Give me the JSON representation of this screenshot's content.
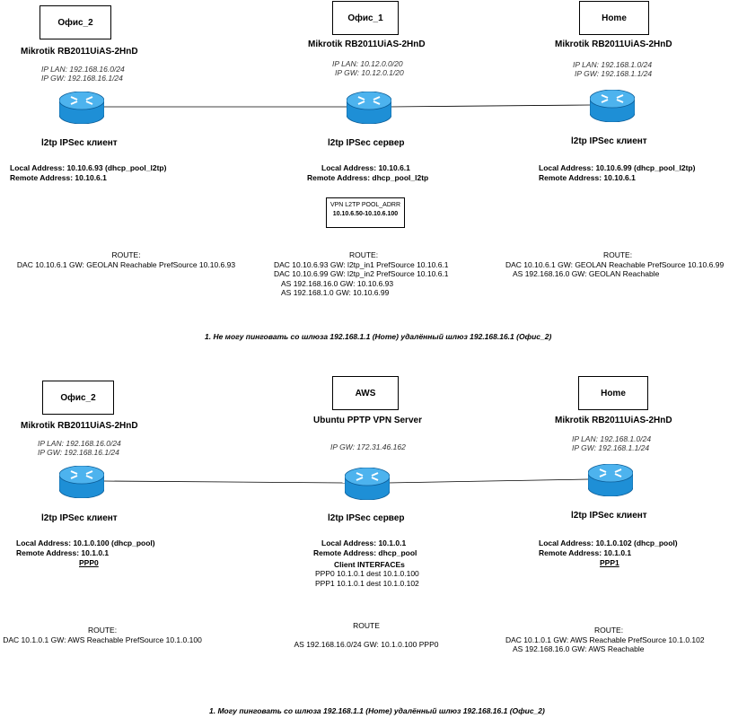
{
  "diagram1": {
    "nodes": {
      "left": {
        "box": "Офис_2",
        "model": "Mikrotik RB2011UiAS-2HnD",
        "ip_lan": "IP LAN: 192.168.16.0/24",
        "ip_gw": "IP GW: 192.168.16.1/24",
        "role": "l2tp IPSec клиент",
        "local": "Local Address: 10.10.6.93 (dhcp_pool_l2tp)",
        "remote": "Remote Address: 10.10.6.1"
      },
      "center": {
        "box": "Офис_1",
        "model": "Mikrotik RB2011UiAS-2HnD",
        "ip_lan": "IP LAN: 10.12.0.0/20",
        "ip_gw": "IP GW: 10.12.0.1/20",
        "role": "l2tp IPSec сервер",
        "local": "Local Address: 10.10.6.1",
        "remote": "Remote Address: dhcp_pool_l2tp"
      },
      "right": {
        "box": "Home",
        "model": "Mikrotik RB2011UiAS-2HnD",
        "ip_lan": "IP LAN: 192.168.1.0/24",
        "ip_gw": "IP GW: 192.168.1.1/24",
        "role": "l2tp IPSec клиент",
        "local": "Local Address: 10.10.6.99 (dhcp_pool_l2tp)",
        "remote": "Remote Address: 10.10.6.1"
      }
    },
    "pool": {
      "title": "VPN L2TP POOL_ADRR",
      "range": "10.10.6.50-10.10.6.100"
    },
    "routes": {
      "left": {
        "title": "ROUTE:",
        "lines": [
          "DAC 10.10.6.1 GW: GEOLAN Reachable PrefSource 10.10.6.93"
        ]
      },
      "center": {
        "title": "ROUTE:",
        "lines": [
          "DAC 10.10.6.93 GW: l2tp_in1 PrefSource 10.10.6.1",
          "DAC 10.10.6.99 GW: l2tp_in2 PrefSource 10.10.6.1",
          "AS 192.168.16.0 GW: 10.10.6.93",
          "AS 192.168.1.0 GW: 10.10.6.99"
        ]
      },
      "right": {
        "title": "ROUTE:",
        "lines": [
          "DAC 10.10.6.1 GW: GEOLAN Reachable PrefSource 10.10.6.99",
          "AS 192.168.16.0 GW: GEOLAN Reachable"
        ]
      }
    },
    "caption": "1. Не могу пинговать со шлюза 192.168.1.1 (Home) удалённый шлюз 192.168.16.1 (Офис_2)"
  },
  "diagram2": {
    "nodes": {
      "left": {
        "box": "Офис_2",
        "model": "Mikrotik RB2011UiAS-2HnD",
        "ip_lan": "IP LAN: 192.168.16.0/24",
        "ip_gw": "IP GW: 192.168.16.1/24",
        "role": "l2tp IPSec клиент",
        "local": "Local Address: 10.1.0.100 (dhcp_pool)",
        "remote": "Remote Address: 10.1.0.1",
        "iface": "PPP0"
      },
      "center": {
        "box": "AWS",
        "model": "Ubuntu PPTP VPN Server",
        "ip_gw": "IP GW: 172.31.46.162",
        "role": "l2tp IPSec сервер",
        "local": "Local Address: 10.1.0.1",
        "remote": "Remote Address: dhcp_pool",
        "client_title": "Client INTERFACEs",
        "client_lines": [
          "PPP0 10.1.0.1 dest 10.1.0.100",
          "PPP1 10.1.0.1 dest 10.1.0.102"
        ]
      },
      "right": {
        "box": "Home",
        "model": "Mikrotik RB2011UiAS-2HnD",
        "ip_lan": "IP LAN: 192.168.1.0/24",
        "ip_gw": "IP GW: 192.168.1.1/24",
        "role": "l2tp IPSec клиент",
        "local": "Local Address: 10.1.0.102 (dhcp_pool)",
        "remote": "Remote Address: 10.1.0.1",
        "iface": "PPP1"
      }
    },
    "routes": {
      "left": {
        "title": "ROUTE:",
        "lines": [
          "DAC 10.1.0.1 GW: AWS Reachable PrefSource 10.1.0.100"
        ]
      },
      "center": {
        "title": "ROUTE",
        "lines": [
          "AS 192.168.16.0/24 GW: 10.1.0.100 PPP0"
        ]
      },
      "right": {
        "title": "ROUTE:",
        "lines": [
          "DAC 10.1.0.1 GW: AWS Reachable PrefSource 10.1.0.102",
          "AS 192.168.16.0 GW: AWS Reachable"
        ]
      }
    },
    "caption": "1. Могу пинговать со шлюза 192.168.1.1 (Home) удалённый шлюз 192.168.16.1 (Офис_2)"
  },
  "colors": {
    "router_fill": "#1e8fd6",
    "router_dark": "#0d5f9a",
    "router_top": "#4db3ee",
    "link": "#000000"
  }
}
